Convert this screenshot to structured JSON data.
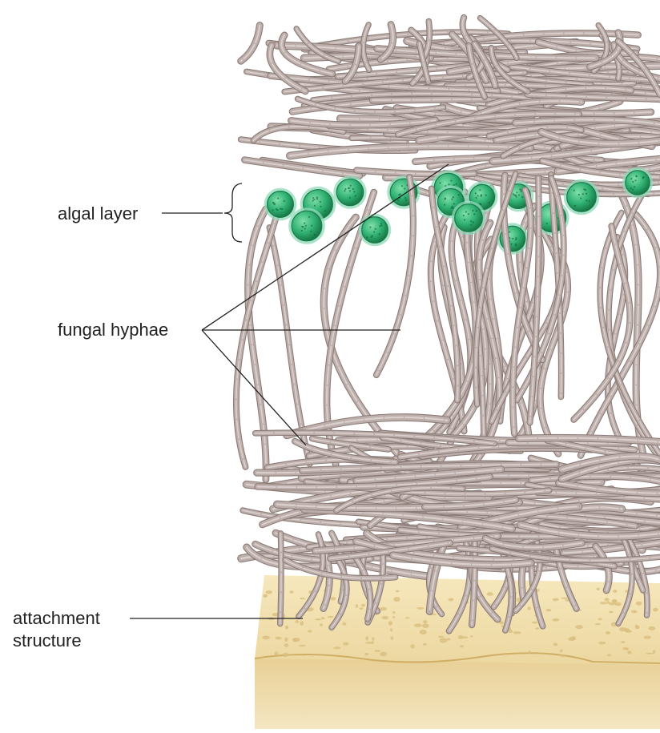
{
  "labels": {
    "algal_layer": "algal layer",
    "fungal_hyphae": "fungal hyphae",
    "attachment_line1": "attachment",
    "attachment_line2": "structure"
  },
  "colors": {
    "hypha_fill": "#bcaeaa",
    "hypha_edge": "#8c7c78",
    "hypha_highlight": "#ddd3cf",
    "alga_fill": "#2fb072",
    "alga_dark": "#177a48",
    "alga_halo": "#8fdab8",
    "substrate_top": "#f3e3b3",
    "substrate_side": "#e5c985",
    "substrate_pore": "#d9be7e",
    "leader_line": "#222222"
  }
}
